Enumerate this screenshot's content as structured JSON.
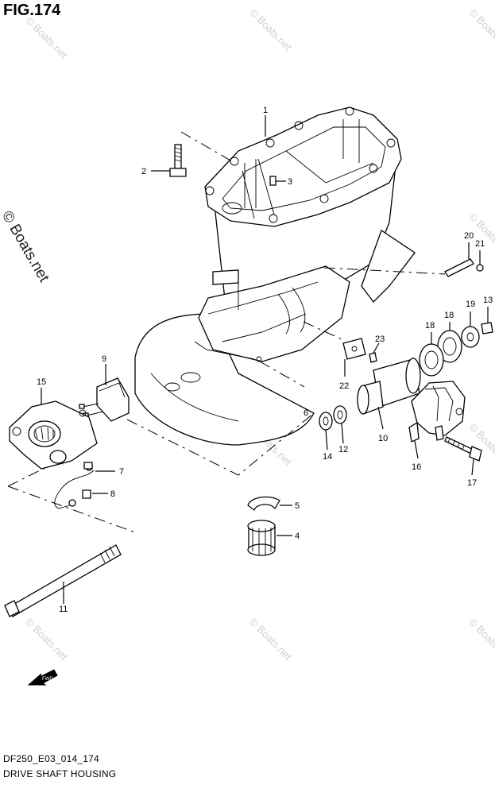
{
  "figure": {
    "title": "FIG.174",
    "code": "DF250_E03_014_174",
    "caption": "DRIVE SHAFT HOUSING"
  },
  "watermark": {
    "large": "© Boats.net",
    "small": "© Boats.net"
  },
  "callouts": [
    "1",
    "2",
    "3",
    "4",
    "5",
    "6",
    "7",
    "8",
    "9",
    "10",
    "11",
    "12",
    "13",
    "14",
    "15",
    "16",
    "17",
    "18",
    "18",
    "19",
    "20",
    "21",
    "22",
    "23"
  ],
  "fwd_label": "FWD"
}
